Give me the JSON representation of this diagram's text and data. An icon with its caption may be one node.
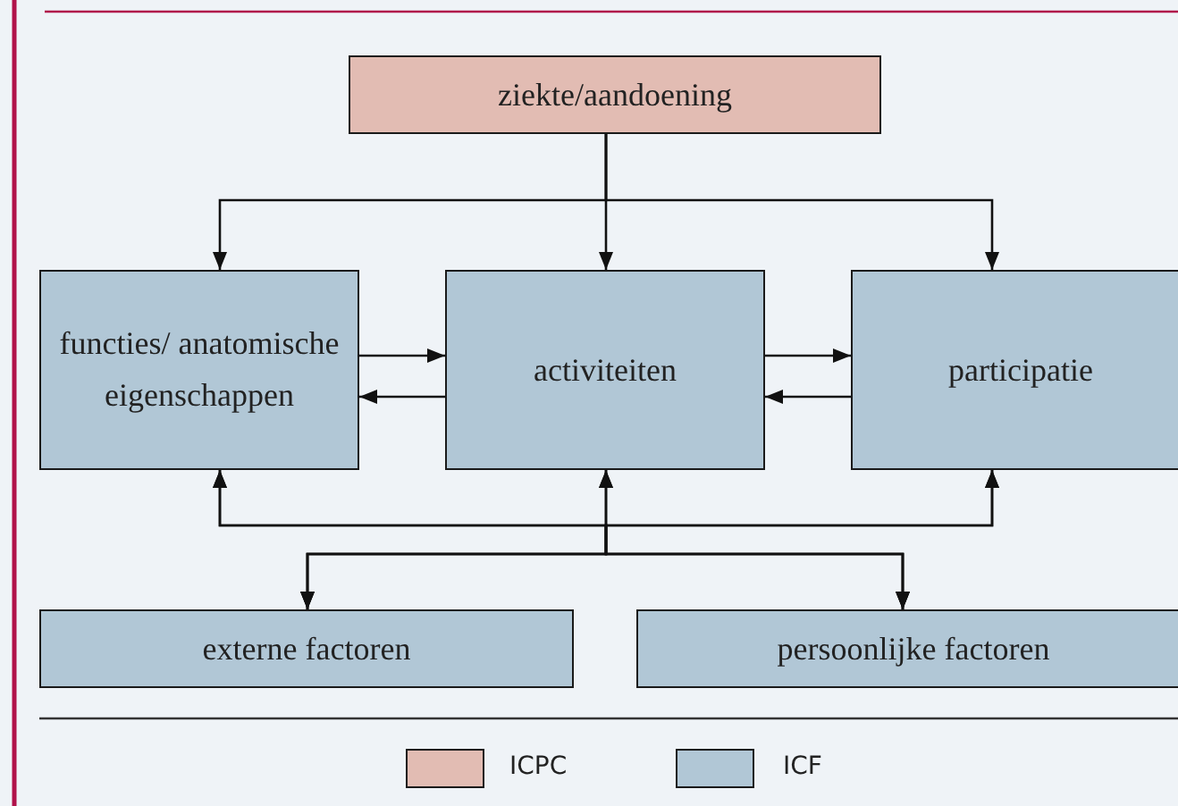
{
  "diagram": {
    "nodes": [
      {
        "text": [
          "ziekte/aandoening"
        ]
      },
      {
        "text": [
          "functies/ anatomische eigenschappen"
        ]
      },
      {
        "text": [
          "activiteiten"
        ]
      },
      {
        "text": [
          "participatie"
        ]
      },
      {
        "text": [
          "externe factoren"
        ]
      },
      {
        "text": [
          "persoonlijke factoren"
        ]
      }
    ],
    "edges": [
      {
        "from": 0,
        "to": 1,
        "arrow": "to"
      },
      {
        "from": 0,
        "to": 2,
        "arrow": "to"
      },
      {
        "from": 0,
        "to": 3,
        "arrow": "to"
      },
      {
        "from": 1,
        "to": 2,
        "arrow": "to"
      },
      {
        "from": 2,
        "to": 1,
        "arrow": "to"
      },
      {
        "from": 2,
        "to": 3,
        "arrow": "to"
      },
      {
        "from": 3,
        "to": 2,
        "arrow": "to"
      },
      {
        "from": 4,
        "to": 1,
        "arrow": "both"
      },
      {
        "from": 4,
        "to": 2,
        "arrow": "both"
      },
      {
        "from": 4,
        "to": 3,
        "arrow": "both"
      },
      {
        "from": 5,
        "to": 1,
        "arrow": "both"
      },
      {
        "from": 5,
        "to": 2,
        "arrow": "both"
      },
      {
        "from": 5,
        "to": 3,
        "arrow": "both"
      }
    ],
    "legend": [
      {
        "text": "ICPC",
        "color": "#e2bcb3"
      },
      {
        "text": "ICF",
        "color": "#b1c7d6"
      }
    ]
  }
}
